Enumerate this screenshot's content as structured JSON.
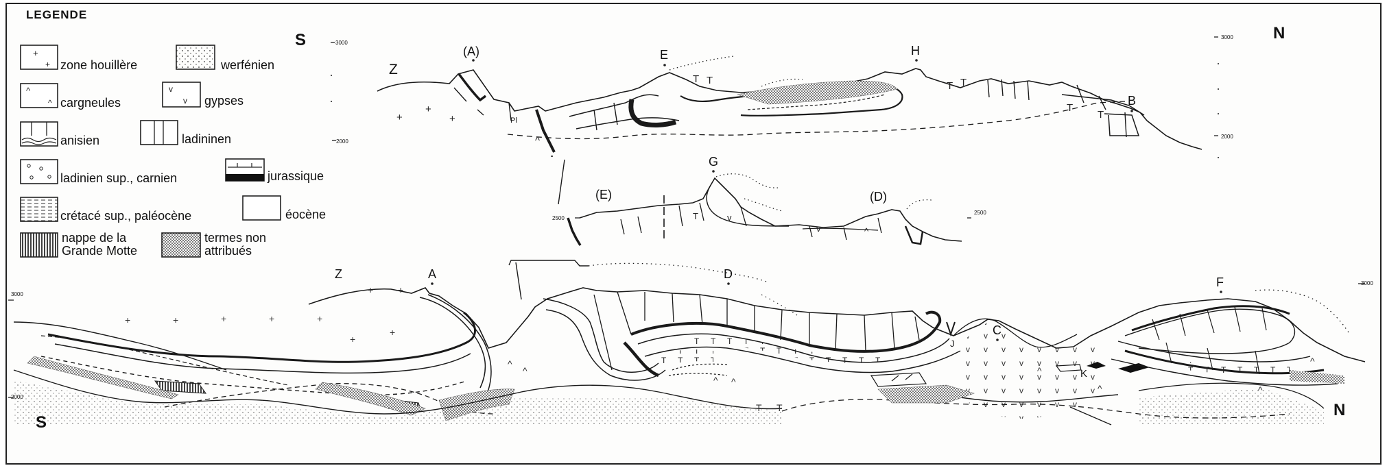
{
  "legend": {
    "title": "LEGENDE",
    "items": [
      {
        "key": "zone_houillere",
        "label": "zone houillère"
      },
      {
        "key": "werfenien",
        "label": "werfénien"
      },
      {
        "key": "cargneules",
        "label": "cargneules"
      },
      {
        "key": "gypses",
        "label": "gypses"
      },
      {
        "key": "anisien",
        "label": "anisien"
      },
      {
        "key": "ladininen",
        "label": "ladininen"
      },
      {
        "key": "ladinien_sup",
        "label": "ladinien sup., carnien"
      },
      {
        "key": "jurassique",
        "label": "jurassique"
      },
      {
        "key": "cretace",
        "label": "crétacé sup., paléocène"
      },
      {
        "key": "eocene",
        "label": "éocène"
      },
      {
        "key": "nappe",
        "label": "nappe de la Grande Motte"
      },
      {
        "key": "termes",
        "label": "termes non attribués"
      }
    ]
  },
  "section_top": {
    "south": "S",
    "north": "N",
    "alt_left_high": "3000",
    "alt_left_low": "2000",
    "alt_right_high": "3000",
    "alt_right_low": "2000",
    "points": [
      "Z",
      "(A)",
      "E",
      "H",
      "B"
    ],
    "small_label": "Pl"
  },
  "section_middle": {
    "alt_left": "2500",
    "alt_right": "2500",
    "points": [
      "(E)",
      "G",
      "(D)"
    ]
  },
  "section_bottom": {
    "south": "S",
    "north": "N",
    "alt_left_high": "3000",
    "alt_left_low": "2000",
    "alt_right": "3000",
    "points": [
      "Z",
      "A",
      "D",
      "C",
      "F"
    ],
    "small_labels": [
      "J",
      "K"
    ]
  }
}
